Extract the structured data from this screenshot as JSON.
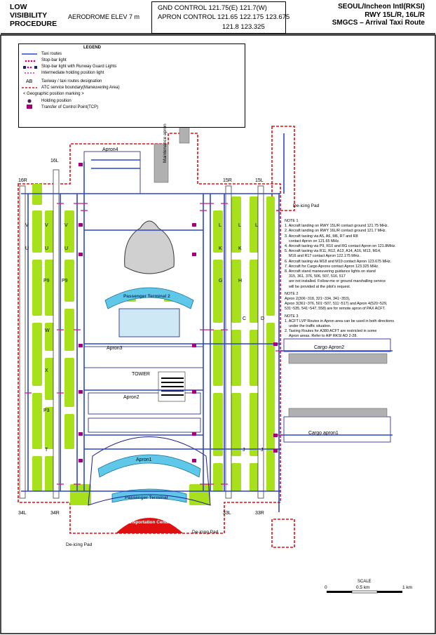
{
  "header": {
    "left": [
      "LOW",
      "VISIBILITY",
      "PROCEDURE"
    ],
    "elev_label": "AERODROME ELEV 7 m",
    "freq": [
      "GND  CONTROL  121.75(E)  121.7(W)",
      "APRON CONTROL  121.65  122.175  123.675",
      "121.8  123.325"
    ],
    "right": [
      "SEOUL/Incheon Intl(RKSI)",
      "RWY 15L/R, 16L/R",
      "SMGCS – Arrival Taxi Route"
    ]
  },
  "legend": {
    "title": "LEGEND",
    "items": [
      "Taxi routes",
      "Stop-bar light",
      "Stop-bar light with Runway Guard Lights",
      "Intermediate holding position light",
      "Taxiway / taxi routes designation",
      "ATC service boundary(Maneuvering Area)",
      "< Geographic position marking >",
      "Holding position",
      "Transfer of Control Point(TCP)"
    ],
    "ab": "AB"
  },
  "runways": [
    "16L",
    "16R",
    "15R",
    "15L",
    "34L",
    "34R",
    "33L",
    "33R"
  ],
  "taxiways": [
    "V",
    "U",
    "P9",
    "W",
    "X",
    "P3",
    "T",
    "K",
    "L",
    "G",
    "H",
    "C",
    "D",
    "J"
  ],
  "areas": {
    "apron4": "Apron4",
    "apron3": "Apron3",
    "apron2": "Apron2",
    "apron1": "Apron1",
    "maint": "Maintenance apron",
    "pt2": "Passenger Terminal 2",
    "pt1": "Passenger Terminal",
    "tower": "TOWER",
    "trans": "Transportation Center",
    "cargo2": "Cargo Apron2",
    "cargo1": "Cargo apron1",
    "depad": "De-icing Pad"
  },
  "notes": {
    "n1": "NOTE 1",
    "n1_items": [
      "1. Aircraft landing on RWY 15L/R contact ground 121.75 MHz.",
      "2. Aircraft landing on RWY 16L/R contact ground 121.7 MHz.",
      "3. Aircraft taxiing via A5, A6, M6, R7 and R8\n    contact Apron on 121.65 MHz.",
      "4. Aircraft taxiing via P9, R10 and RG contact Apron on 121.8MHz.",
      "5. Aircraft taxiing via R11, R12, A13, A14, A16, M13, M14,\n    M16 and R17 contact Apron 122.175 MHz.",
      "6. Aircraft taxiing via M18 and M19 contact Apron 123.675 MHz.",
      "7. Aircraft for Cargo Aprons contact Apron 123.325 MHz.",
      "8. Aircraft stand maneuvering guidance lights on stand\n    315, 361, 376, 506, 507, 516, 517\n    are not installed. Follow-me or ground marshalling service\n    will be provided at the pilot's request."
    ],
    "n2": "NOTE 2",
    "n2_text": "Apron 2(306~318, 321~334, 341~353),\nApron 3(361~376, 501~507, 511~517) and Apron 4(520~529,\n531~535, 541~547, 558) are for remote apron of PAX ACFT.",
    "n3": "NOTE 3",
    "n3_items": [
      "1. ACFT LVP Routes in Apron area can be used in both directions\n    under the traffic situation.",
      "2. Taxiing Routes for A380 ACFT are restricted in some\n    Apron areas. Refer to AIP RKSI AD 2-28."
    ]
  },
  "scale": {
    "title": "SCALE",
    "l0": "0",
    "l1": "0.5 km",
    "l2": "1 km"
  },
  "colors": {
    "grass": "#a8e01c",
    "taxi": "#2b46c8",
    "stopbar": "#d0006f",
    "boundary": "#e01010",
    "tcp": "#a0007a",
    "building": "#c8c8c8",
    "apron_edge": "#1a1a8a"
  }
}
